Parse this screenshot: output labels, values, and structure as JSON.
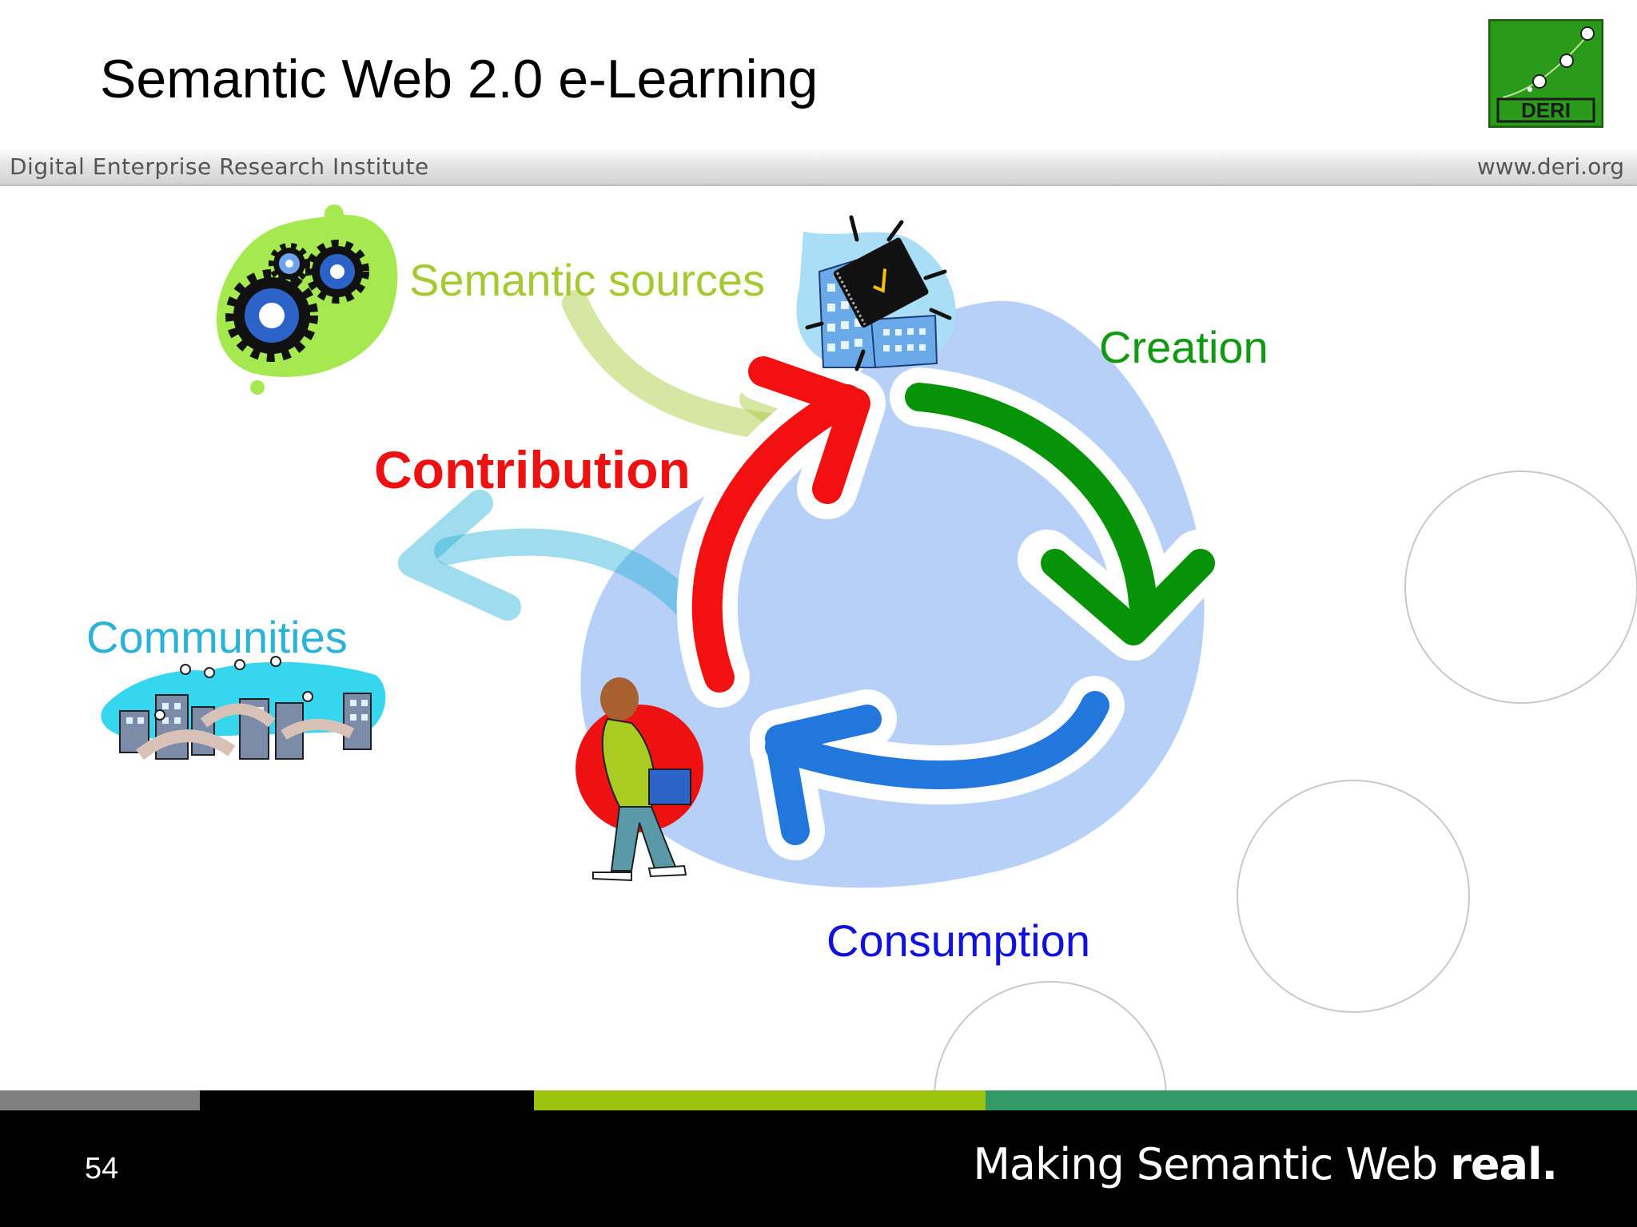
{
  "title": "Semantic Web 2.0 e-Learning",
  "header": {
    "institute": "Digital Enterprise Research Institute",
    "url": "www.deri.org"
  },
  "logo": {
    "text": "DERI",
    "color": "#2a9a1a"
  },
  "diagram": {
    "labels": {
      "semantic_sources": "Semantic sources",
      "creation": "Creation",
      "contribution": "Contribution",
      "communities": "Communities",
      "consumption": "Consumption"
    },
    "colors": {
      "creation": "#079307",
      "contribution": "#f21010",
      "consumption": "#2277dd",
      "communities": "#2ab2d8",
      "semantic_sources": "#a8c832",
      "cycle_blob": "#b7d0f7"
    },
    "icons": [
      "gears-icon",
      "building-book-icon",
      "communities-city-icon",
      "student-icon"
    ]
  },
  "footer": {
    "page_number": "54",
    "tagline_prefix": "Making Semantic Web ",
    "tagline_strong": "real."
  }
}
